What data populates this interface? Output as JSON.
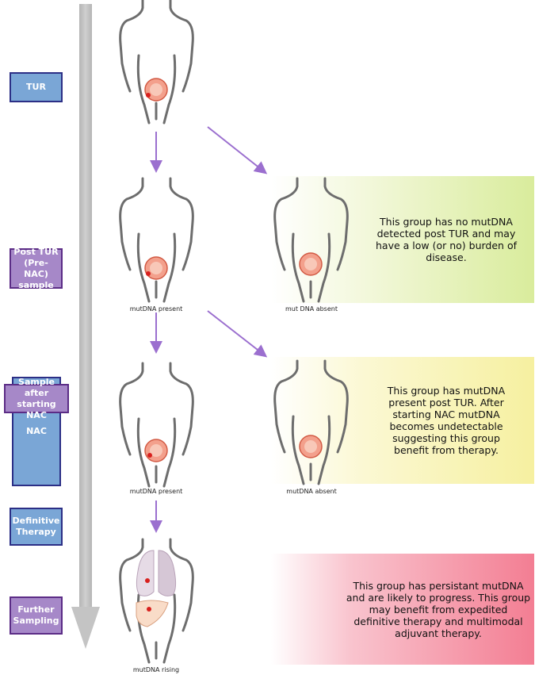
{
  "stages": {
    "tur": "TUR",
    "post_tur": "Post TUR (Pre-NAC) sample",
    "sample_after": "Sample after starting  NAC",
    "nac": "NAC",
    "definitive": "Definitive Therapy",
    "further": "Further Sampling"
  },
  "captions": {
    "present_1": "mutDNA present",
    "absent_1": "mut DNA absent",
    "present_2": "mutDNA present",
    "absent_2": "mutDNA absent",
    "rising": "mutDNA rising"
  },
  "panels": {
    "green": "This group has no mutDNA detected post TUR  and may have a low (or no) burden of disease.",
    "yellow": "This group has mutDNA present post TUR. After starting NAC mutDNA becomes undetectable suggesting this group benefit from therapy.",
    "red": "This group has persistant mutDNA and are likely to progress. This group may benefit from expedited definitive therapy and multimodal adjuvant therapy."
  },
  "colors": {
    "blue_box": "#7aa6d6",
    "purple_box": "#a688c8",
    "arrow": "#9b6fcf",
    "green_panel": "#d9ec9c",
    "yellow_panel": "#f6f0a0",
    "red_panel": "#f37e93"
  }
}
